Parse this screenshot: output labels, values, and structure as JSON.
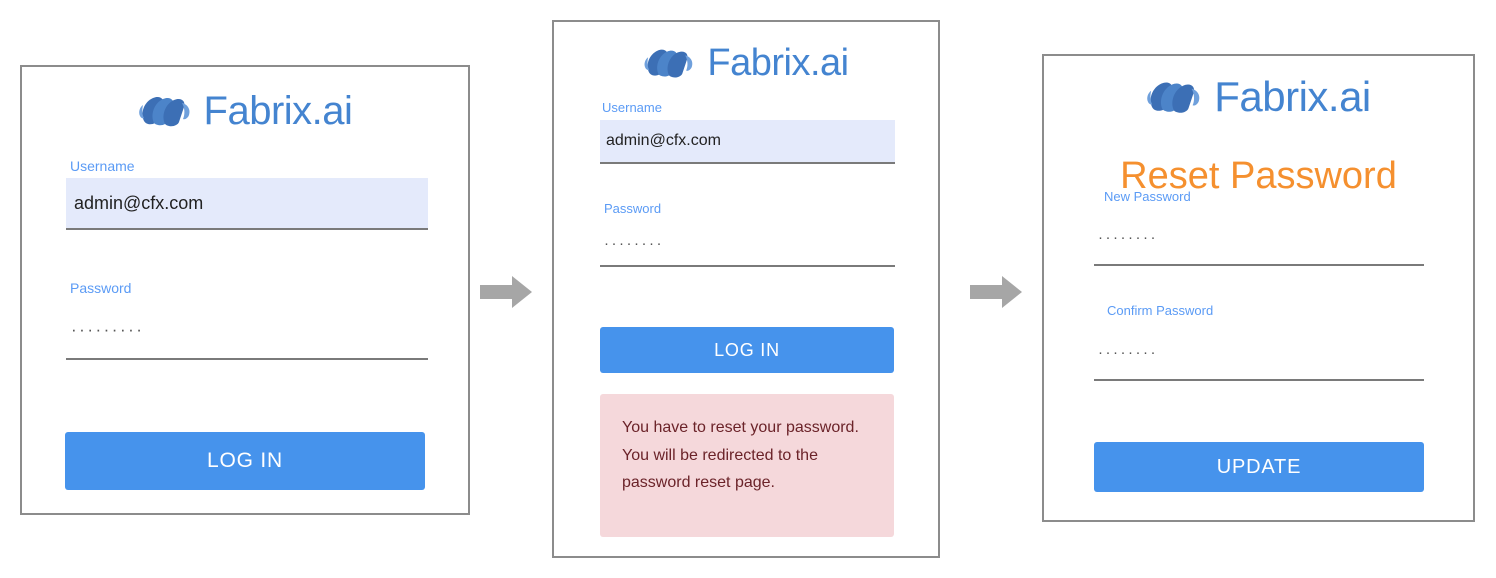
{
  "brand": {
    "name": "Fabrix.ai",
    "logo_icon": "fabrix-m-logo-icon",
    "logo_color": "#4484D0",
    "accent_blue": "#4693EC",
    "accent_orange": "#F5902F",
    "label_blue": "#5B9BF5",
    "field_fill": "#E4EAFB",
    "alert_bg": "#F5D8DB",
    "alert_text": "#6B2329"
  },
  "flow": {
    "arrow_icon": "right-arrow-icon",
    "arrow_color": "#A6A6A6",
    "steps": 3
  },
  "panel_login": {
    "username": {
      "label": "Username",
      "value": "admin@cfx.com",
      "placeholder": ""
    },
    "password": {
      "label": "Password",
      "value": "·········",
      "placeholder": ""
    },
    "submit_label": "LOG IN"
  },
  "panel_login_error": {
    "username": {
      "label": "Username",
      "value": "admin@cfx.com",
      "placeholder": ""
    },
    "password": {
      "label": "Password",
      "value": "········",
      "placeholder": ""
    },
    "submit_label": "LOG IN",
    "alert": {
      "message": "You have to reset your password. You will be redirected to the password reset page."
    }
  },
  "panel_reset": {
    "title": "Reset Password",
    "new_password": {
      "label": "New Password",
      "value": "········",
      "placeholder": ""
    },
    "confirm_password": {
      "label": "Confirm Password",
      "value": "········",
      "placeholder": ""
    },
    "submit_label": "UPDATE"
  }
}
